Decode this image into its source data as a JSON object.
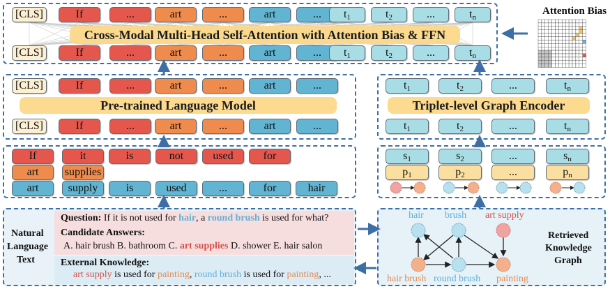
{
  "transformer": {
    "title": "Cross-Modal Multi-Head Self-Attention with Attention Bias & FFN",
    "top_tokens": [
      "[CLS]",
      "If",
      "...",
      "art",
      "...",
      "art",
      "..."
    ],
    "bottom_tokens": [
      "[CLS]",
      "If",
      "...",
      "art",
      "...",
      "art",
      "..."
    ],
    "t_tokens": [
      "t",
      "t",
      "...",
      "t"
    ],
    "t_subs": [
      "1",
      "2",
      "",
      "n"
    ]
  },
  "attention_bias": {
    "label": "Attention Bias"
  },
  "plm": {
    "title": "Pre-trained Language Model",
    "top_tokens": [
      "[CLS]",
      "If",
      "...",
      "art",
      "...",
      "art",
      "..."
    ],
    "bottom_tokens": [
      "[CLS]",
      "If",
      "...",
      "art",
      "...",
      "art",
      "..."
    ]
  },
  "graph_encoder": {
    "title": "Triplet-level Graph Encoder",
    "t_tokens": [
      "t",
      "t",
      "...",
      "t"
    ],
    "t_subs": [
      "1",
      "2",
      "",
      "n"
    ]
  },
  "token_rows": {
    "row1": [
      "If",
      "it",
      "is",
      "not",
      "used",
      "for"
    ],
    "row2": [
      "art",
      "supplies"
    ],
    "row3": [
      "art",
      "supply",
      "is",
      "used",
      "...",
      "for",
      "hair"
    ]
  },
  "triplets": {
    "s_tokens": [
      "s",
      "s",
      "...",
      "s"
    ],
    "s_subs": [
      "1",
      "2",
      "",
      "n"
    ],
    "p_tokens": [
      "p",
      "p",
      "...",
      "p"
    ],
    "p_subs": [
      "1",
      "2",
      "",
      "n"
    ]
  },
  "input": {
    "side_label_1": "Natural",
    "side_label_2": "Language",
    "side_label_3": "Text",
    "question_label": "Question:",
    "question_pre": "If it is not used for",
    "question_hair": "hair",
    "question_mid": ", a",
    "question_brush": "round brush",
    "question_post": "is used for what?",
    "answers_label": "Candidate Answers:",
    "answers_pre": "A. hair brush  B. bathroom C.",
    "answers_art": "art supplies",
    "answers_post": "D. shower  E. hair salon",
    "knowledge_label": "External Knowledge:",
    "k_art": "art supply",
    "k_1": "is used for",
    "k_painting1": "painting",
    "k_comma": ",",
    "k_brush": "round brush",
    "k_2": "is used for",
    "k_painting2": "painting",
    "k_end": ", ..."
  },
  "kg": {
    "label_1": "Retrieved",
    "label_2": "Knowledge",
    "label_3": "Graph",
    "nodes": {
      "hair": "hair",
      "brush": "brush",
      "art_supply": "art supply",
      "hair_brush": "hair brush",
      "round_brush": "round brush",
      "painting": "painting"
    }
  },
  "colors": {
    "red": "#e5574d",
    "orange": "#ef8b4c",
    "blue": "#62b5d2",
    "teal": "#a8dde6",
    "banner": "#fcd98b",
    "border": "#3d6fa6",
    "arrow": "#3d6fa6"
  }
}
